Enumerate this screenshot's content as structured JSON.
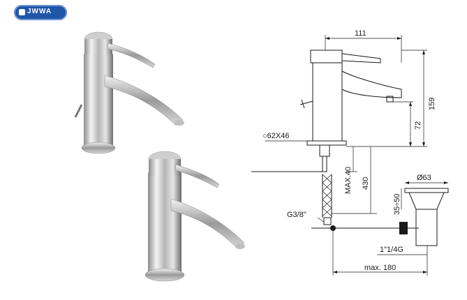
{
  "logo": {
    "text": "JWWA"
  },
  "dimensions": {
    "top_width": "111",
    "height_spout": "159",
    "height_outlet": "72",
    "base": "62X46",
    "max_length": "MAX.40",
    "hose_length": "430",
    "thread": "G3/8\"",
    "drain_diameter": "Ø63",
    "drain_range": "35÷50",
    "drain_thread": "1\"1/4G",
    "max_reach": "max. 180"
  },
  "colors": {
    "logo_bg": "#1f56a8",
    "line": "#1a1a1a",
    "chrome_light": "#f2f2f2",
    "chrome_dark": "#6d6d6d"
  }
}
